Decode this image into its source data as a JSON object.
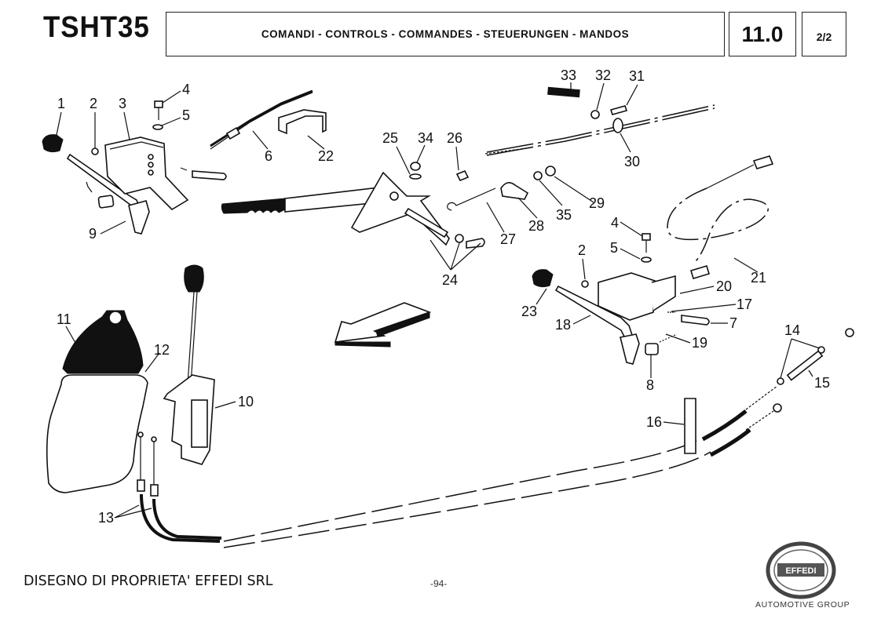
{
  "header": {
    "model": "TSHT35",
    "title": "COMANDI - CONTROLS - COMMANDES - STEUERUNGEN - MANDOS",
    "section": "11.0",
    "page": "2/2"
  },
  "footer": {
    "ownership": "DISEGNO DI PROPRIETA' EFFEDI SRL",
    "page_number": "-94-",
    "logo_text": "EFFEDI",
    "logo_caption": "AUTOMOTIVE GROUP"
  },
  "callouts": [
    {
      "id": "1",
      "text": "1"
    },
    {
      "id": "2a",
      "text": "2"
    },
    {
      "id": "3",
      "text": "3"
    },
    {
      "id": "4a",
      "text": "4"
    },
    {
      "id": "5a",
      "text": "5"
    },
    {
      "id": "6",
      "text": "6"
    },
    {
      "id": "22",
      "text": "22"
    },
    {
      "id": "9",
      "text": "9"
    },
    {
      "id": "25",
      "text": "25"
    },
    {
      "id": "34",
      "text": "34"
    },
    {
      "id": "26",
      "text": "26"
    },
    {
      "id": "33",
      "text": "33"
    },
    {
      "id": "32",
      "text": "32"
    },
    {
      "id": "31",
      "text": "31"
    },
    {
      "id": "30",
      "text": "30"
    },
    {
      "id": "35",
      "text": "35"
    },
    {
      "id": "29",
      "text": "29"
    },
    {
      "id": "28",
      "text": "28"
    },
    {
      "id": "27",
      "text": "27"
    },
    {
      "id": "24",
      "text": "24"
    },
    {
      "id": "4b",
      "text": "4"
    },
    {
      "id": "5b",
      "text": "5"
    },
    {
      "id": "2b",
      "text": "2"
    },
    {
      "id": "21",
      "text": "21"
    },
    {
      "id": "20",
      "text": "20"
    },
    {
      "id": "17",
      "text": "17"
    },
    {
      "id": "7",
      "text": "7"
    },
    {
      "id": "23",
      "text": "23"
    },
    {
      "id": "18",
      "text": "18"
    },
    {
      "id": "19",
      "text": "19"
    },
    {
      "id": "8",
      "text": "8"
    },
    {
      "id": "14",
      "text": "14"
    },
    {
      "id": "15",
      "text": "15"
    },
    {
      "id": "11",
      "text": "11"
    },
    {
      "id": "12",
      "text": "12"
    },
    {
      "id": "10",
      "text": "10"
    },
    {
      "id": "16",
      "text": "16"
    },
    {
      "id": "13",
      "text": "13"
    }
  ]
}
